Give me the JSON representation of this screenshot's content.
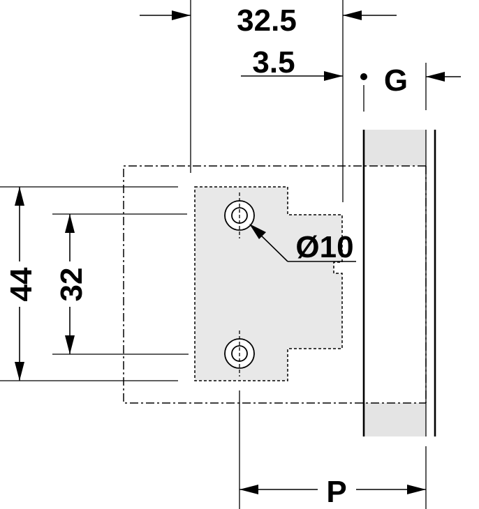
{
  "dimensions": {
    "top_width": "32.5",
    "offset": "3.5",
    "gap": "G",
    "hole_diameter": "Ø10",
    "plate_height": "44",
    "hole_spacing": "32",
    "position": "P"
  },
  "colors": {
    "line": "#000000",
    "plate_fill": "#e8e8e8",
    "panel_fill": "#e4e4e4",
    "background": "#ffffff"
  }
}
